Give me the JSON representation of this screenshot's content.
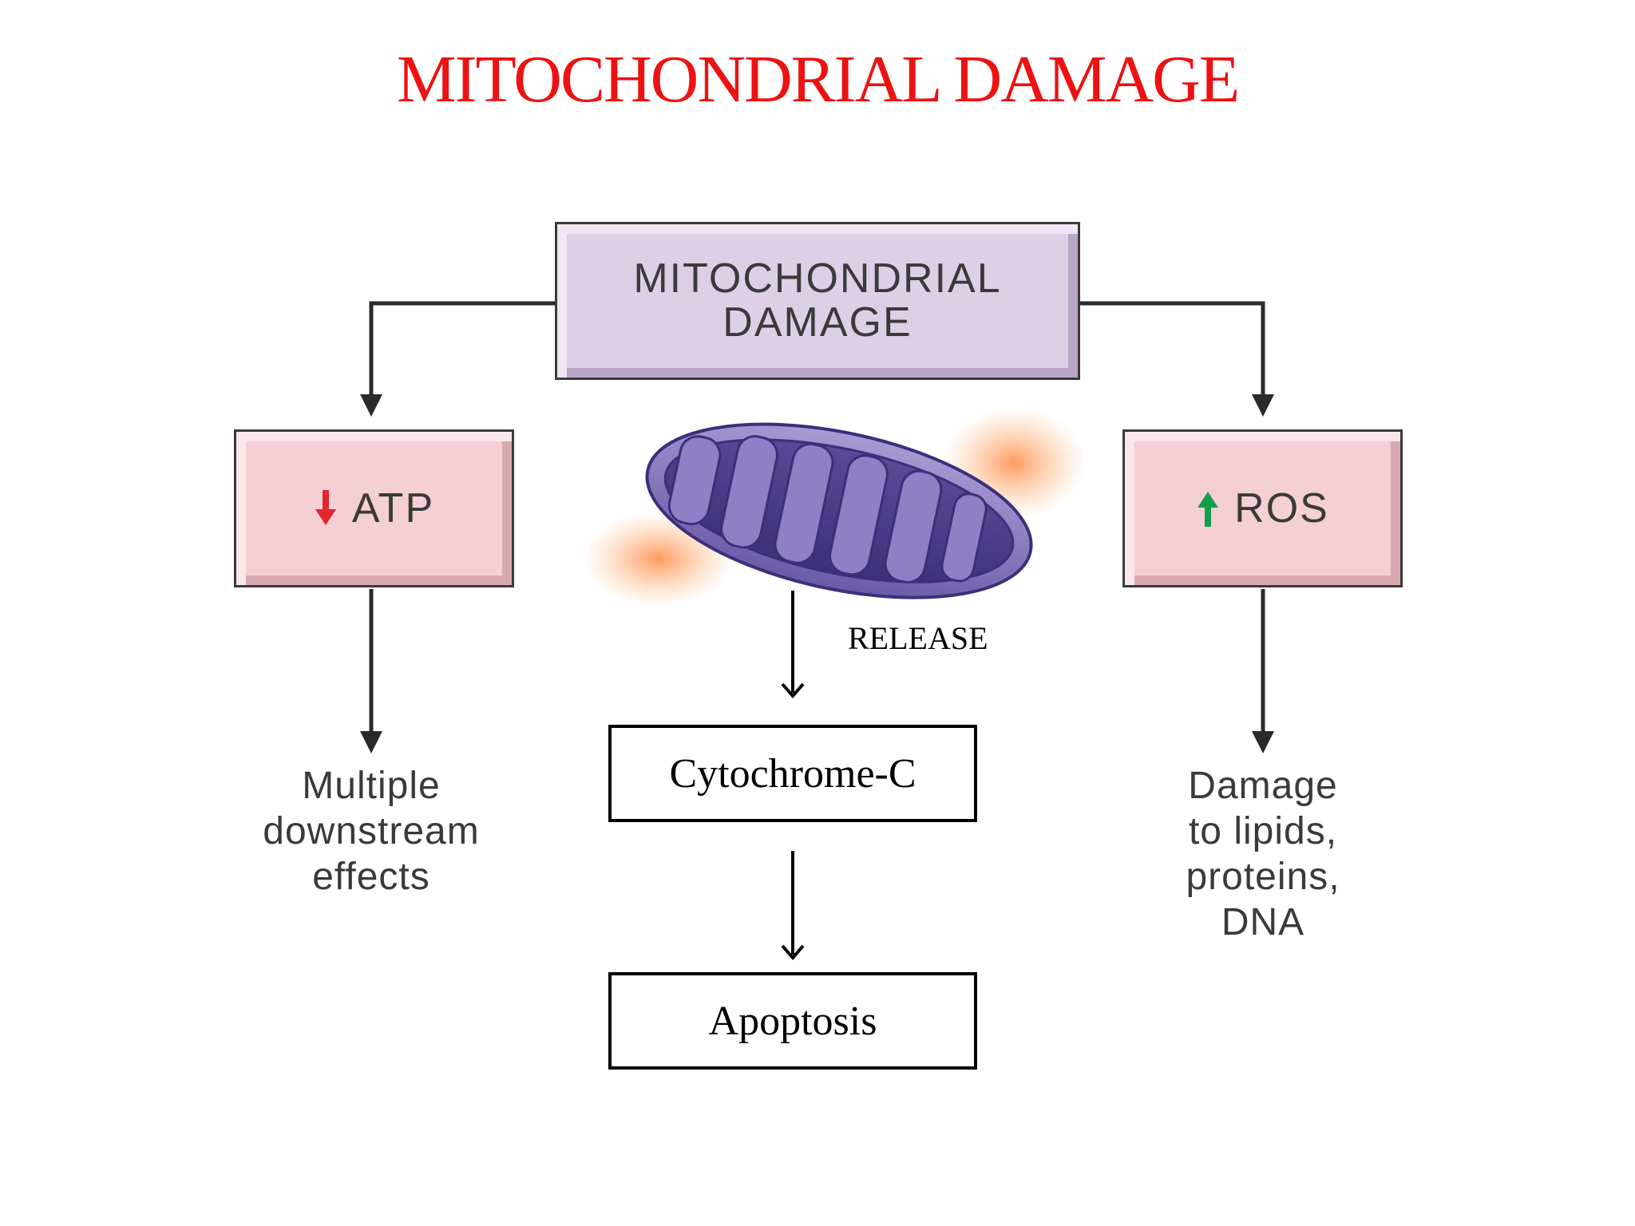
{
  "title": "MITOCHONDRIAL DAMAGE",
  "nodes": {
    "mito_damage": {
      "line1": "MITOCHONDRIAL",
      "line2": "DAMAGE"
    },
    "atp": {
      "label": "ATP",
      "arrow": "down-arrow-icon",
      "arrow_color": "#e0262f"
    },
    "ros": {
      "label": "ROS",
      "arrow": "up-arrow-icon",
      "arrow_color": "#10a04a"
    },
    "cytochrome": {
      "label": "Cytochrome-C"
    },
    "apoptosis": {
      "label": "Apoptosis"
    }
  },
  "edges": {
    "release_label": "RELEASE"
  },
  "effects": {
    "atp_effect": [
      "Multiple",
      "downstream",
      "effects"
    ],
    "ros_effect": [
      "Damage",
      "to lipids,",
      "proteins,",
      "DNA"
    ]
  },
  "image": {
    "icon": "mitochondrion-icon"
  },
  "colors": {
    "title": "#ee1111",
    "box_purple": "#dcd0e6",
    "box_pink": "#f4cfd3"
  }
}
